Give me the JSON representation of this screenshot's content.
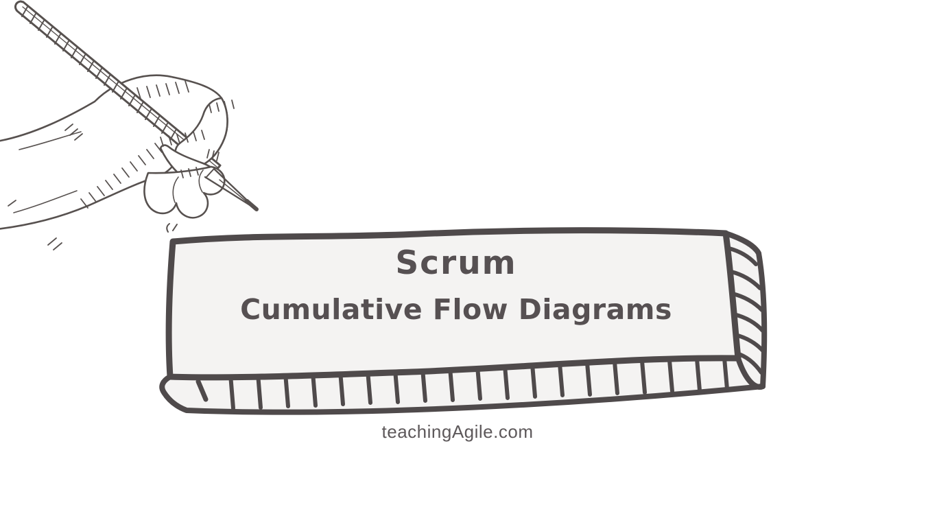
{
  "page": {
    "background_color": "#ffffff",
    "ink_color": "#57514f",
    "panel_fill": "#f4f3f2"
  },
  "icons": {
    "hand_pencil": "hand-holding-pencil-sketch",
    "banner_box": "hand-drawn-3d-box"
  },
  "banner": {
    "title": "Scrum",
    "subtitle": "Cumulative Flow Diagrams",
    "text_color": "#565052"
  },
  "footer": {
    "website": "teachingAgile.com",
    "text_color": "#5d585a"
  }
}
